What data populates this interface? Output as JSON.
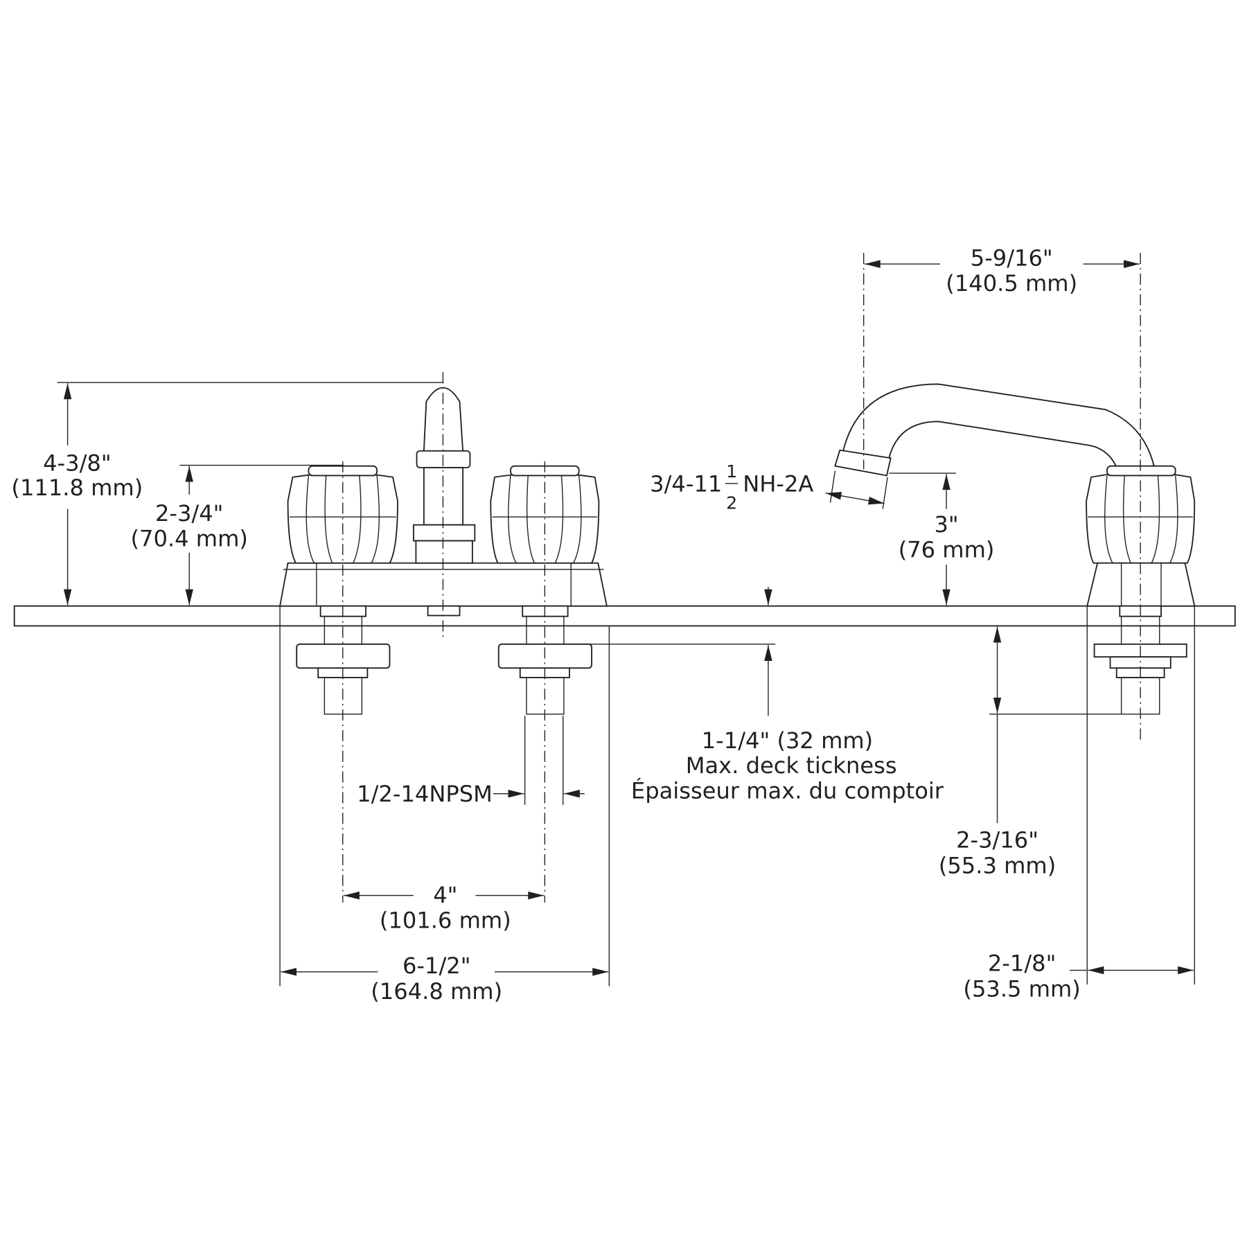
{
  "dimensions": {
    "overall_height": {
      "imperial": "4-3/8\"",
      "metric": "(111.8 mm)"
    },
    "handle_height": {
      "imperial": "2-3/4\"",
      "metric": "(70.4 mm)"
    },
    "spout_reach": {
      "imperial": "5-9/16\"",
      "metric": "(140.5 mm)"
    },
    "aerator_thread": {
      "prefix": "3/4-11",
      "frac_num": "1",
      "frac_den": "2",
      "suffix": "NH-2A"
    },
    "spout_clearance": {
      "imperial": "3\"",
      "metric": "(76 mm)"
    },
    "deck_thickness": {
      "value": "1-1/4\" (32 mm)",
      "label_en": "Max. deck tickness",
      "label_fr": "Épaisseur max. du comptoir"
    },
    "supply_thread": {
      "label": "1/2-14NPSM"
    },
    "center_spacing": {
      "imperial": "4\"",
      "metric": "(101.6 mm)"
    },
    "base_width": {
      "imperial": "6-1/2\"",
      "metric": "(164.8 mm)"
    },
    "shank_length": {
      "imperial": "2-3/16\"",
      "metric": "(55.3 mm)"
    },
    "side_base_width": {
      "imperial": "2-1/8\"",
      "metric": "(53.5 mm)"
    }
  },
  "colors": {
    "line": "#231f20",
    "background": "#ffffff"
  }
}
